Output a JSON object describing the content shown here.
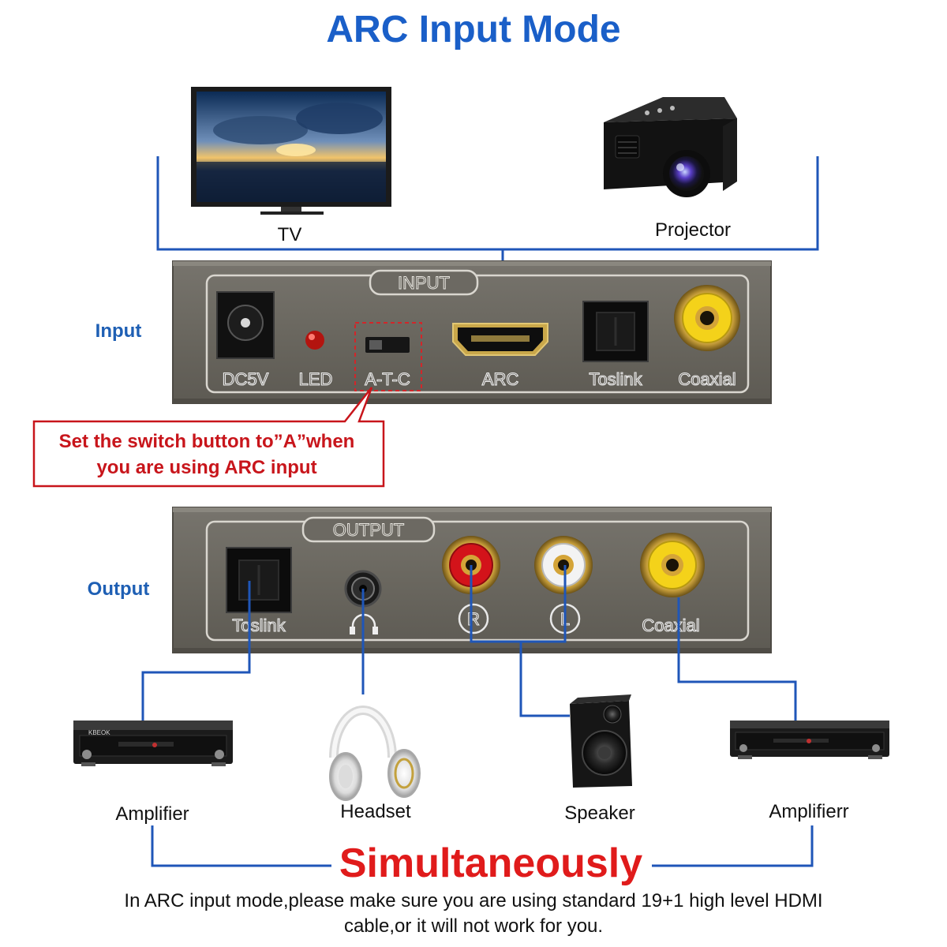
{
  "title": "ARC Input Mode",
  "sources": [
    {
      "label": "TV"
    },
    {
      "label": "Projector"
    }
  ],
  "input_panel": {
    "side_label": "Input",
    "header": "INPUT",
    "ports": [
      "DC5V",
      "LED",
      "A-T-C",
      "ARC",
      "Toslink",
      "Coaxial"
    ]
  },
  "callout": {
    "line1": "Set the switch button to”A”when",
    "line2": "you are using ARC input"
  },
  "output_panel": {
    "side_label": "Output",
    "header": "OUTPUT",
    "ports": [
      "Toslink",
      "R",
      "L",
      "Coaxial"
    ]
  },
  "devices": [
    {
      "label": "Amplifier"
    },
    {
      "label": "Headset"
    },
    {
      "label": "Speaker"
    },
    {
      "label": "Amplifierr"
    }
  ],
  "amplifier_brand": "KBEOK",
  "emphasis": "Simultaneously",
  "note": {
    "line1": "In ARC input mode,please make sure you are using standard 19+1 high level HDMI",
    "line2": "cable,or it will not work for you."
  },
  "colors": {
    "title": "#1a5fc8",
    "side_label": "#1e5fb4",
    "wire": "#1f56b8",
    "callout": "#c8151b",
    "emphasis": "#e01b1b",
    "panel": "#6d6a63",
    "panel_text": "#f2f2f2"
  }
}
